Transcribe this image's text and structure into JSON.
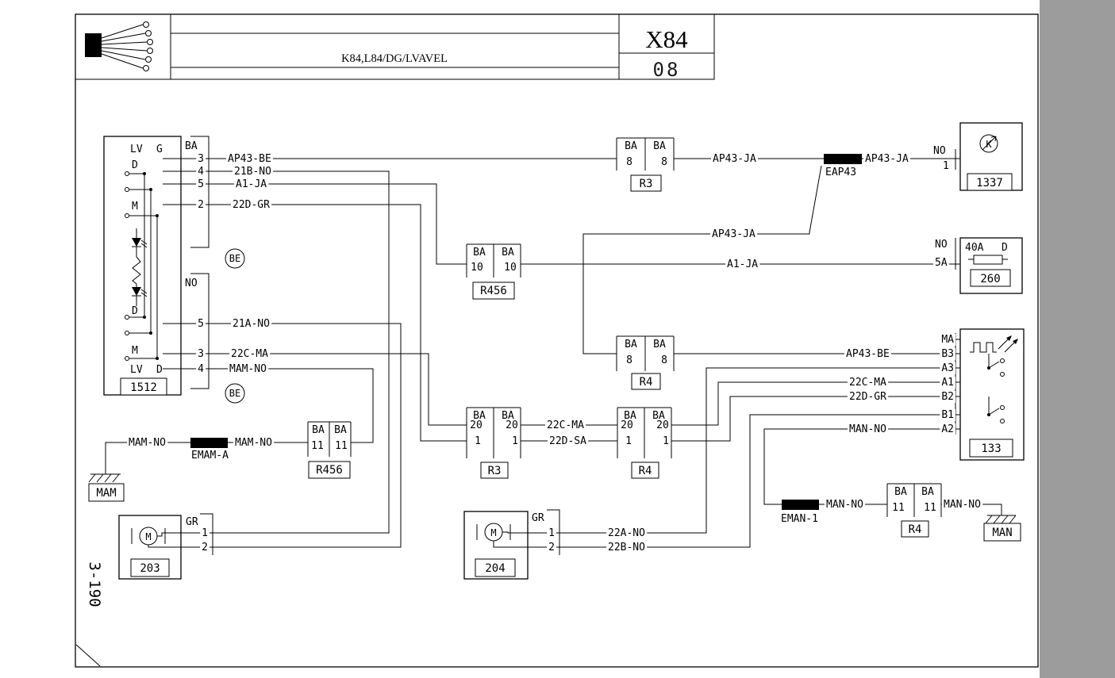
{
  "page": {
    "bg": "#ffffff",
    "gutter": "#9c9c9c",
    "ink": "#000000"
  },
  "header": {
    "title": "K84,L84/DG/LVAVEL",
    "code": "X84",
    "page_num": "08"
  },
  "margin_ref": "3-190",
  "wires": {
    "ap43_be": "AP43-BE",
    "ap43_ja": "AP43-JA",
    "a1_ja": "A1-JA",
    "w21b": "21B-NO",
    "w21a": "21A-NO",
    "w22c_ma": "22C-MA",
    "w22d_gr": "22D-GR",
    "w22d_sa": "22D-SA",
    "w22a": "22A-NO",
    "w22b": "22B-NO",
    "mam_no": "MAM-NO",
    "man_no": "MAN-NO"
  },
  "splices": {
    "eap43": "EAP43",
    "emam_a": "EMAM-A",
    "eman_1": "EMAN-1"
  },
  "grounds": {
    "mam": "MAM",
    "man": "MAN"
  },
  "connectors": {
    "r3_top": {
      "id": "R3",
      "left": "BA",
      "right": "BA",
      "pins_left": [
        "8"
      ],
      "pins_right": [
        "8"
      ]
    },
    "r456_top": {
      "id": "R456",
      "left": "BA",
      "right": "BA",
      "pins_left": [
        "10"
      ],
      "pins_right": [
        "10"
      ]
    },
    "r4_top": {
      "id": "R4",
      "left": "BA",
      "right": "BA",
      "pins_left": [
        "8"
      ],
      "pins_right": [
        "8"
      ]
    },
    "r3_bottom": {
      "id": "R3",
      "left": "BA",
      "right": "BA",
      "pins_left": [
        "20",
        "1"
      ],
      "pins_right": [
        "20",
        "1"
      ]
    },
    "r4_bottom": {
      "id": "R4",
      "left": "BA",
      "right": "BA",
      "pins_left": [
        "20",
        "1"
      ],
      "pins_right": [
        "20",
        "1"
      ]
    },
    "r456_bottom": {
      "id": "R456",
      "left": "BA",
      "right": "BA",
      "pins_left": [
        "11"
      ],
      "pins_right": [
        "11"
      ]
    },
    "r4_small": {
      "id": "R4",
      "left": "BA",
      "right": "BA",
      "pins_left": [
        "11"
      ],
      "pins_right": [
        "11"
      ]
    }
  },
  "components": {
    "c1512": {
      "id": "1512",
      "corner_tl": "LV",
      "corner_tr": "G",
      "corner_bl": "LV",
      "corner_br": "D",
      "contact_d": "D",
      "contact_m": "M",
      "bracket_top": "BA",
      "bracket_bottom": "NO",
      "pins_top": [
        "3",
        "4",
        "5",
        "2"
      ],
      "pins_bottom": [
        "5",
        "3",
        "4"
      ],
      "badge": "BE"
    },
    "c1337": {
      "id": "1337",
      "symbol": "K",
      "pin_name": "NO",
      "pin": "1"
    },
    "c260": {
      "id": "260",
      "rating": "40A",
      "letter": "D",
      "pin_name": "NO",
      "pin": "5A"
    },
    "c133": {
      "id": "133",
      "pins": [
        "MA",
        "B3",
        "A3",
        "A1",
        "B2",
        "B1",
        "A2"
      ]
    },
    "c203": {
      "id": "203",
      "symbol": "M",
      "bracket": "GR",
      "pins": [
        "1",
        "2"
      ]
    },
    "c204": {
      "id": "204",
      "symbol": "M",
      "bracket": "GR",
      "pins": [
        "1",
        "2"
      ]
    }
  }
}
